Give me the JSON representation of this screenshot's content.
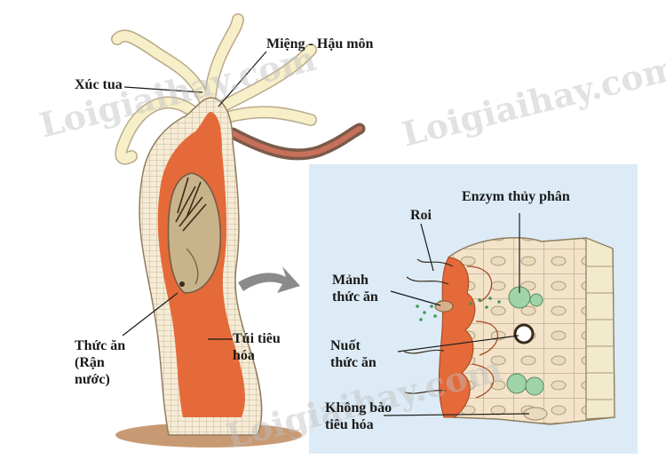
{
  "labels": {
    "mouth_anus": "Miệng - Hậu môn",
    "tentacles": "Xúc tua",
    "food_lines": [
      "Thức ăn",
      "(Rận",
      "nước)"
    ],
    "digestive_sac_lines": [
      "Túi tiêu",
      "hóa"
    ],
    "enzyme": "Enzym thủy phân",
    "flagellum": "Roi",
    "food_fragment_lines": [
      "Mảnh",
      "thức ăn"
    ],
    "swallow_lines": [
      "Nuốt",
      "thức ăn"
    ],
    "vacuole_lines": [
      "Không bào",
      "tiêu hóa"
    ]
  },
  "watermark": "Loigiaihay.com",
  "colors": {
    "gut": "#e46a3a",
    "body_wall": "#f3e7d0",
    "tentacle": "#f7efc8",
    "inset_bg": "#dcebf5",
    "food": "#c9b38a",
    "vacuole": "#9fd4a8"
  }
}
